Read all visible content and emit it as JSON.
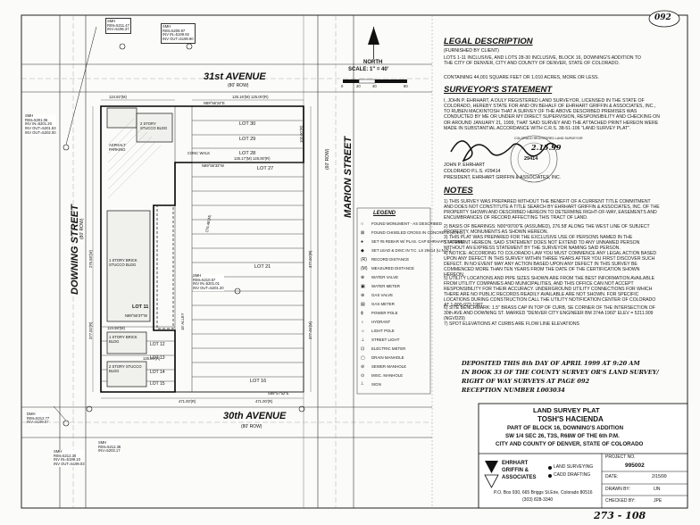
{
  "corner_number": "092",
  "bottom_number": "273 - 108",
  "north": {
    "label": "NORTH",
    "scale_label": "SCALE: 1\" = 40'",
    "scale_ticks": [
      "0",
      "20",
      "40",
      "80"
    ]
  },
  "streets": {
    "top": "31st AVENUE",
    "top_row": "(80' ROW)",
    "bottom": "30th AVENUE",
    "bottom_row": "(80' ROW)",
    "left": "DOWNING STREET",
    "left_row": "(80' ROW)",
    "right": "MARION STREET",
    "right_row": "(60' ROW)"
  },
  "lots": {
    "lot30": "LOT 30",
    "lot29": "LOT 29",
    "lot28": "LOT 28",
    "lot27": "LOT 27",
    "lot21": "LOT 21",
    "lot11": "LOT 11",
    "lot12": "LOT 12",
    "lot13": "LOT 13",
    "lot15": "LOT 15",
    "lot16": "LOT 16",
    "lot14": "LOT 14"
  },
  "plan_labels": {
    "asphalt": "ASPHALT PARKING",
    "bldg2story_top": "2 STORY STUCCO BLDG",
    "bldg1story": "1 STORY BRICK STUCCO BLDG",
    "bldg1story_brick": "1 STORY BRICK BLDG",
    "bldg2story_bottom": "2 STORY STUCCO BLDG",
    "conc_walk": "CONC WALK",
    "alley": "16' ALLEY",
    "dim_n1": "N89°56'24\"E",
    "dim_n2": "N89°56'33\"W",
    "dim_n3": "N89°56'37\"W",
    "dim_s": "S89°57'52\"E",
    "d1": "124.92'(M)",
    "d2": "125.16'(M)  125.00'(R)",
    "d3": "125.17'(M)  125.00'(R)",
    "d4": "124.98'(M)",
    "d5": "125.00'(R)",
    "d6": "471.00'(R)",
    "d7": "471.00'(R)",
    "d8": "377.00'(R)",
    "d9": "377.45'(M)",
    "d10": "276.58'(M)",
    "d11": "377.00'(R)",
    "d12": "276.48'(M)",
    "d13": "100.00'(R)"
  },
  "smh": [
    {
      "title": "SMH",
      "l1": "RIM=5211.47",
      "l2": "INV=5196.37"
    },
    {
      "title": "SMH",
      "l1": "RIM=5209.97",
      "l2": "INV IN=5199.92",
      "l3": "INV OUT=5199.90"
    },
    {
      "title": "SMH",
      "l1": "RIM=5201.06",
      "l2": "INV IN=5201.20",
      "l3": "INV OUT=5201.53",
      "l4": "INV OUT=5202.00"
    },
    {
      "title": "SMH",
      "l1": "RIM=5210.57",
      "l2": "INV IN=5201.01",
      "l3": "INV OUT=5201.20"
    },
    {
      "title": "DMH",
      "l1": "RIM=5212.77",
      "l2": "INV=5199.57"
    },
    {
      "title": "SMH",
      "l1": "RIM=5212.36",
      "l2": "INV=5203.17"
    },
    {
      "title": "SMH",
      "l1": "RIM=5212.30",
      "l2": "INV IN=5199.10",
      "l3": "INV OUT=5199.03"
    }
  ],
  "legal_description": {
    "heading": "LEGAL DESCRIPTION",
    "sub": "(FURNISHED BY CLIENT)",
    "body": "LOTS 1-11 INCLUSIVE, AND LOTS 28-30 INCLUSIVE, BLOCK 16, DOWNING'S ADDITION TO THE CITY OF DENVER, CITY AND COUNTY OF DENVER, STATE OF COLORADO.",
    "area": "CONTAINING 44,001 SQUARE FEET OR 1.010 ACRES, MORE OR LESS."
  },
  "surveyor": {
    "heading": "SURVEYOR'S STATEMENT",
    "body": "I, JOHN P. EHRHART, A DULY REGISTERED LAND SURVEYOR, LICENSED IN THE STATE OF COLORADO, HEREBY STATE FOR AND ON BEHALF OF EHRHART GRIFFIN & ASSOCIATES, INC., TO RUBEN MACKINTOSH THAT A SURVEY OF THE ABOVE DESCRIBED PREMISES WAS CONDUCTED BY ME OR UNDER MY DIRECT SUPERVISION, RESPONSIBILITY AND CHECKING ON OR AROUND JANUARY 21, 1999, THAT SAID SURVEY AND THE ATTACHED PRINT HEREON WERE MADE IN SUBSTANTIAL ACCORDANCE WITH C.R.S. 38-51-106 \"LAND SURVEY PLAT\".",
    "date_sig": "2.15.99",
    "name": "JOHN P. EHRHART",
    "license": "COLORADO P.L.S. #29414",
    "firm": "PRESIDENT, EHRHART GRIFFIN & ASSOCIATES, INC.",
    "seal_number": "29414",
    "seal_ring": "COLORADO REGISTERED LAND SURVEYOR"
  },
  "notes": {
    "heading": "NOTES",
    "items": [
      "1) THIS SURVEY WAS PREPARED WITHOUT THE BENEFIT OF A CURRENT TITLE COMMITMENT AND DOES NOT CONSTITUTE A TITLE SEARCH BY EHRHART GRIFFIN & ASSOCIATES, INC. OF THE PROPERTY SHOWN AND DESCRIBED HEREON TO DETERMINE RIGHT-OF-WAY, EASEMENTS AND ENCUMBRANCES OF RECORD AFFECTING THIS TRACT OF LAND.",
      "2) BASIS OF BEARINGS: N00°00'00\"E (ASSUMED), 276.58' ALONG THE WEST LINE OF SUBJECT PROPERTY, MONUMENTS AS SHOWN HEREON.",
      "3) THIS PLAT WAS PREPARED FOR THE EXCLUSIVE USE OF PERSONS NAMED IN THE STATEMENT HEREON. SAID STATEMENT DOES NOT EXTEND TO ANY UNNAMED PERSON WITHOUT AN EXPRESS STATEMENT BY THE SURVEYOR NAMING SAID PERSON.",
      "4) NOTICE: ACCORDING TO COLORADO LAW YOU MUST COMMENCE ANY LEGAL ACTION BASED UPON ANY DEFECT IN THIS SURVEY WITHIN THREE YEARS AFTER YOU FIRST DISCOVER SUCH DEFECT. IN NO EVENT MAY ANY ACTION BASED UPON ANY DEFECT IN THIS SURVEY BE COMMENCED MORE THAN TEN YEARS FROM THE DATE OF THE CERTIFICATION SHOWN HEREON.",
      "5) UTILITY LOCATIONS AND PIPE SIZES SHOWN ARE FROM THE BEST INFORMATION AVAILABLE FROM UTILITY COMPANIES AND MUNICIPALITIES, AND THIS OFFICE CAN NOT ACCEPT RESPONSIBILITY FOR THEIR ACCURACY. UNDERGROUND UTILITY CONNECTIONS FOR WHICH THERE ARE NO PUBLIC RECORDS READILY AVAILABLE ARE NOT SHOWN. FOR SPECIFIC LOCATIONS DURING CONSTRUCTION CALL THE UTILITY NOTIFICATION CENTER OF COLORADO AT 1-800-922-1987.",
      "6) SITE BENCHMARK: 1.5\" BRASS CAP IN TOP OF CURB, SE CORNER OF THE INTERSECTION OF 30th AVE AND DOWNING ST. MARKED \"DENVER CITY ENGINEER BM 374A 1960\" ELEV = 5211.909 (NGVD29)",
      "7) SPOT ELEVATIONS AT CURBS ARE FLOW LINE ELEVATIONS"
    ]
  },
  "deposit": {
    "l1": "DEPOSITED THIS 8th DAY OF APRIL 1999 AT 9:20 AM",
    "l2": "IN BOOK 33 OF THE COUNTY SURVEY OR'S LAND SURVEY/",
    "l3": "RIGHT OF WAY SURVEYS AT PAGE 092",
    "l4": "RECEPTION NUMBER L003034"
  },
  "legend": {
    "heading": "LEGEND",
    "items": [
      {
        "sym": "○",
        "text": "FOUND MONUMENT - AS DESCRIBED"
      },
      {
        "sym": "⊠",
        "text": "FOUND CHISELED CROSS IN CONCRETE (U.N.O.)"
      },
      {
        "sym": "●",
        "text": "SET #5 REBAR W/ PLAS. CAP EHRHART, LS 29414"
      },
      {
        "sym": "◆",
        "text": "SET LEAD & DISC IN T.C. LS 29414 (U.N.O.)"
      },
      {
        "sym": "(R)",
        "text": "RECORD DISTANCE"
      },
      {
        "sym": "(M)",
        "text": "MEASURED DISTANCE"
      },
      {
        "sym": "⊗",
        "text": "WATER VALVE"
      },
      {
        "sym": "▣",
        "text": "WATER METER"
      },
      {
        "sym": "⊕",
        "text": "GAS VALVE"
      },
      {
        "sym": "▤",
        "text": "GAS METER"
      },
      {
        "sym": "ϕ",
        "text": "POWER POLE"
      },
      {
        "sym": "♁",
        "text": "HYDRANT"
      },
      {
        "sym": "☼",
        "text": "LIGHT POLE"
      },
      {
        "sym": "⊥",
        "text": "STREET LIGHT"
      },
      {
        "sym": "⊡",
        "text": "ELECTRIC METER"
      },
      {
        "sym": "▢",
        "text": "DRAIN MANHOLE"
      },
      {
        "sym": "⊘",
        "text": "SEWER MANHOLE"
      },
      {
        "sym": "⊙",
        "text": "MISC. MANHOLE"
      },
      {
        "sym": "┴",
        "text": "SIGN"
      }
    ]
  },
  "title_block": {
    "t1": "LAND SURVEY PLAT",
    "t2": "TOSH'S HACIENDA",
    "t3": "PART OF BLOCK 16, DOWNING'S ADDITION",
    "t4": "SW 1/4 SEC 26, T3S, R68W OF THE 6th P.M.",
    "t5": "CITY AND COUNTY OF DENVER, STATE OF COLORADO",
    "firm1": "EHRHART",
    "firm2": "GRIFFIN &",
    "firm3": "ASSOCIATES",
    "svc1": "LAND SURVEYING",
    "svc2": "CADD DRAFTING",
    "addr": "P.O. Box 930, 665 Briggs St.Erie, Colorado 80516",
    "phone": "(303) 828-3340",
    "project_no_label": "PROJECT NO.",
    "project_no": "995002",
    "date_label": "DATE:",
    "date": "2/15/99",
    "drawn_label": "DRAWN BY:",
    "drawn": "IJN",
    "checked_label": "CHECKED BY:",
    "checked": "JPE"
  }
}
